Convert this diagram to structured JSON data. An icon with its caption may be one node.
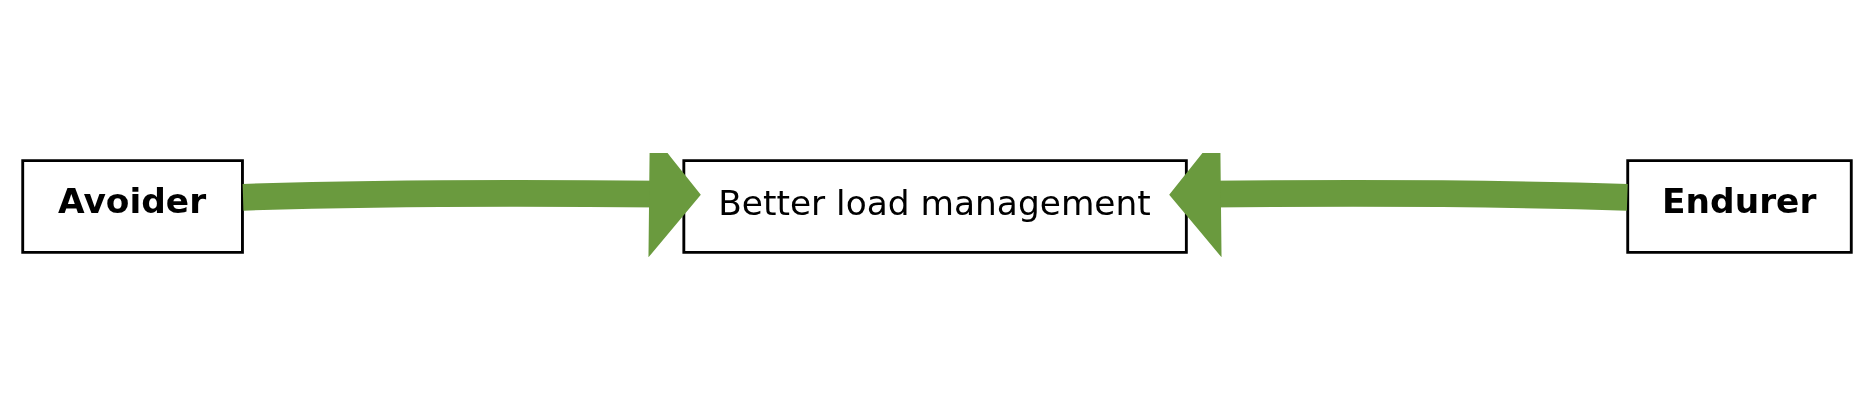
{
  "diagram": {
    "nodes": [
      {
        "text": [
          "Avoider"
        ]
      },
      {
        "text": [
          "Better load management"
        ]
      },
      {
        "text": [
          "Endurer"
        ]
      }
    ],
    "edges": [
      {
        "from": 0,
        "to": 1,
        "arrow": "to"
      },
      {
        "from": 2,
        "to": 1,
        "arrow": "to"
      }
    ]
  }
}
